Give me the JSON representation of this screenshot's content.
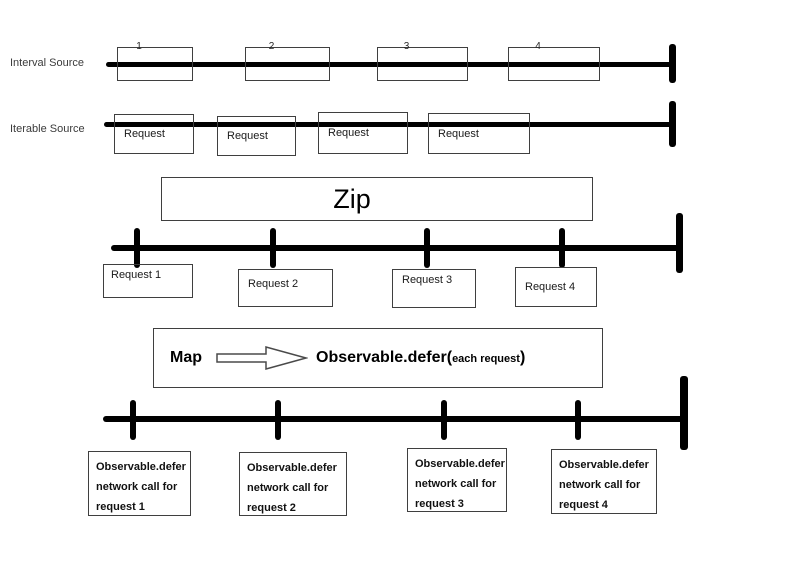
{
  "rows": {
    "interval": {
      "label": "Interval Source",
      "events": [
        "1",
        "2",
        "3",
        "4"
      ]
    },
    "iterable": {
      "label": "Iterable Source",
      "events": [
        "Request",
        "Request",
        "Request",
        "Request"
      ]
    },
    "zip": {
      "operator": "Zip",
      "events": [
        "Request 1",
        "Request 2",
        "Request 3",
        "Request 4"
      ]
    },
    "map": {
      "operator": "Map",
      "function_main": "Observable.defer(",
      "function_arg": "each request",
      "function_close": ")",
      "events": [
        {
          "l1": "Observable.defer",
          "l2": "network call for",
          "l3": "request 1"
        },
        {
          "l1": "Observable.defer",
          "l2": "network call for",
          "l3": "request 2"
        },
        {
          "l1": "Observable.defer",
          "l2": "network call for",
          "l3": "request 3"
        },
        {
          "l1": "Observable.defer",
          "l2": "network call for",
          "l3": "request 4"
        }
      ]
    }
  },
  "colors": {
    "timeline": "#000000",
    "box_border": "#3f3f3f",
    "text": "#1a1a1a"
  }
}
